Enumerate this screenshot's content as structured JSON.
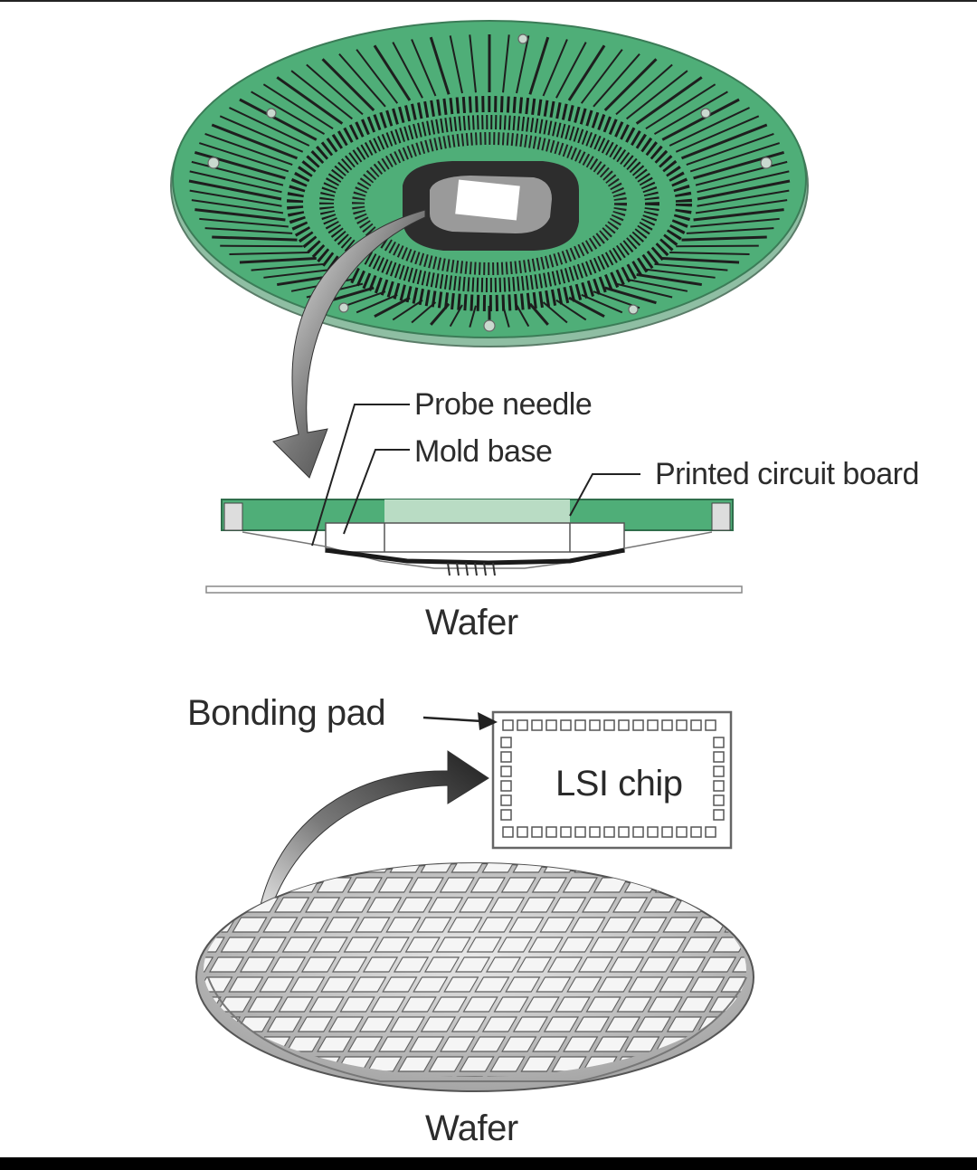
{
  "labels": {
    "probe_needle": "Probe needle",
    "mold_base": "Mold base",
    "printed_circuit_board": "Printed circuit board",
    "wafer_top": "Wafer",
    "bonding_pad": "Bonding pad",
    "lsi_chip": "LSI chip",
    "wafer_bottom": "Wafer"
  },
  "colors": {
    "pcb_green": "#4fae78",
    "pcb_light": "#b9dcc4",
    "trace_dark": "#1e1e1e",
    "arrow_dark": "#2b2b2b",
    "wafer_gray": "#c9c9c9"
  }
}
